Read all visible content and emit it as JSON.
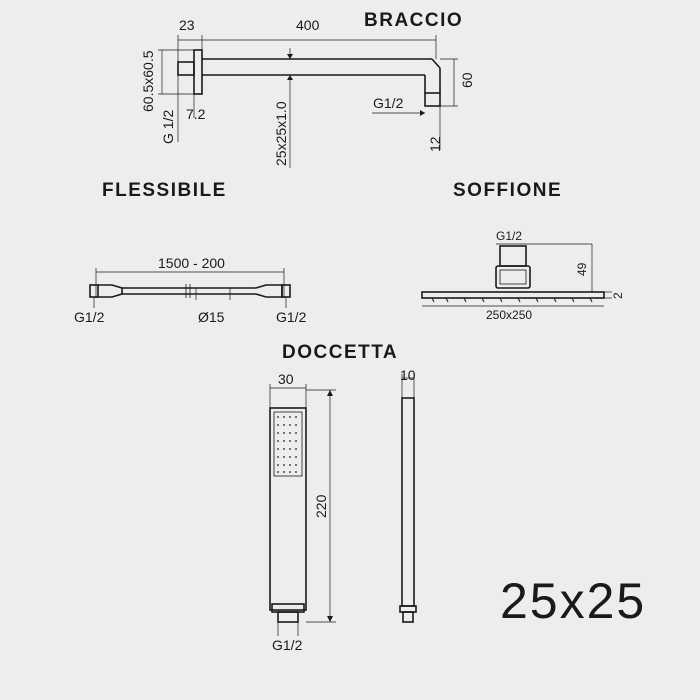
{
  "sections": {
    "braccio": "BRACCIO",
    "flessibile": "FLESSIBILE",
    "soffione": "SOFFIONE",
    "doccetta": "DOCCETTA"
  },
  "braccio": {
    "dim_flange_width": "23",
    "dim_arm_length": "400",
    "dim_flange_size": "60.5x60.5",
    "dim_inlet_thread": "G 1/2",
    "dim_flange_depth": "7.2",
    "dim_tube_section": "25x25x1.0",
    "dim_outlet_thread": "G1/2",
    "dim_drop_height": "60",
    "dim_outlet_length": "12"
  },
  "flessibile": {
    "dim_length": "1500 - 200",
    "dim_left_thread": "G1/2",
    "dim_diameter": "Ø15",
    "dim_right_thread": "G1/2"
  },
  "soffione": {
    "dim_thread": "G1/2",
    "dim_height": "49",
    "dim_thickness": "2",
    "dim_size": "250x250"
  },
  "doccetta": {
    "dim_width": "30",
    "dim_length": "220",
    "dim_thread": "G1/2",
    "dim_depth": "10"
  },
  "product_size": "25x25"
}
